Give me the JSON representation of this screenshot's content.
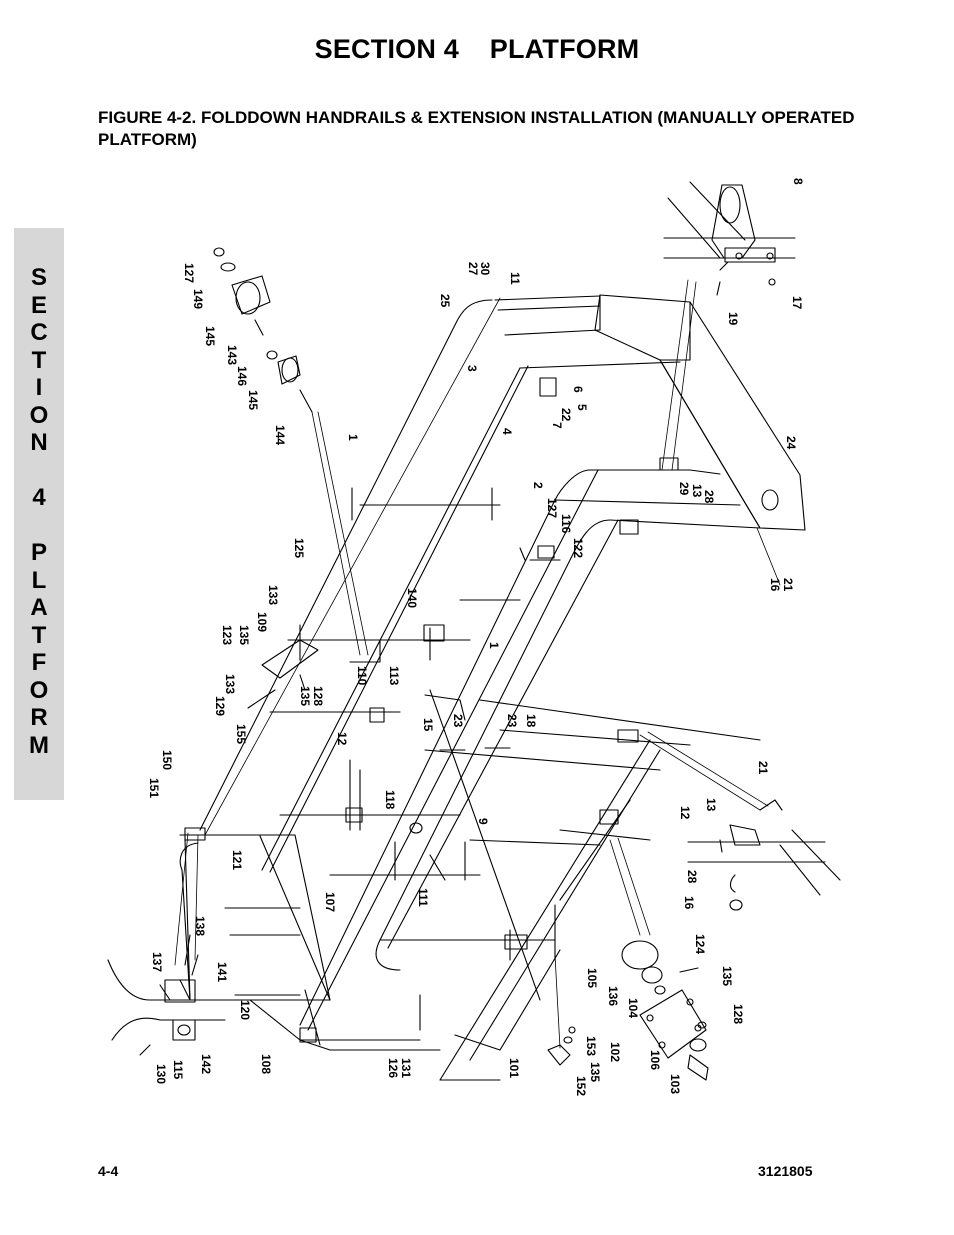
{
  "header": {
    "section_title": "SECTION 4    PLATFORM",
    "figure_title": "FIGURE 4-2. FOLDDOWN HANDRAILS & EXTENSION INSTALLATION (MANUALLY OPERATED PLATFORM)"
  },
  "side_tab": {
    "letters": [
      "S",
      "E",
      "C",
      "T",
      "I",
      "O",
      "N",
      "",
      "4",
      "",
      "P",
      "L",
      "A",
      "T",
      "F",
      "O",
      "R",
      "M"
    ]
  },
  "diagram": {
    "callouts": [
      {
        "id": "c8",
        "text": "8"
      },
      {
        "id": "c19",
        "text": "19"
      },
      {
        "id": "c17",
        "text": "17"
      },
      {
        "id": "c27",
        "text": "27"
      },
      {
        "id": "c30",
        "text": "30"
      },
      {
        "id": "c11",
        "text": "11"
      },
      {
        "id": "c25",
        "text": "25"
      },
      {
        "id": "c3",
        "text": "3"
      },
      {
        "id": "c6",
        "text": "6"
      },
      {
        "id": "c5",
        "text": "5"
      },
      {
        "id": "c22",
        "text": "22"
      },
      {
        "id": "c7",
        "text": "7"
      },
      {
        "id": "c4",
        "text": "4"
      },
      {
        "id": "c1a",
        "text": "1"
      },
      {
        "id": "c24",
        "text": "24"
      },
      {
        "id": "c2",
        "text": "2"
      },
      {
        "id": "c29",
        "text": "29"
      },
      {
        "id": "c13a",
        "text": "13"
      },
      {
        "id": "c28a",
        "text": "28"
      },
      {
        "id": "c127a",
        "text": "127"
      },
      {
        "id": "c116",
        "text": "116"
      },
      {
        "id": "c122",
        "text": "122"
      },
      {
        "id": "c16a",
        "text": "16"
      },
      {
        "id": "c21a",
        "text": "21"
      },
      {
        "id": "c127b",
        "text": "127"
      },
      {
        "id": "c149",
        "text": "149"
      },
      {
        "id": "c145a",
        "text": "145"
      },
      {
        "id": "c143",
        "text": "143"
      },
      {
        "id": "c146",
        "text": "146"
      },
      {
        "id": "c145b",
        "text": "145"
      },
      {
        "id": "c144",
        "text": "144"
      },
      {
        "id": "c125",
        "text": "125"
      },
      {
        "id": "c133a",
        "text": "133"
      },
      {
        "id": "c123",
        "text": "123"
      },
      {
        "id": "c135a",
        "text": "135"
      },
      {
        "id": "c109",
        "text": "109"
      },
      {
        "id": "c140",
        "text": "140"
      },
      {
        "id": "c1b",
        "text": "1"
      },
      {
        "id": "c110",
        "text": "110"
      },
      {
        "id": "c113",
        "text": "113"
      },
      {
        "id": "c129",
        "text": "129"
      },
      {
        "id": "c133b",
        "text": "133"
      },
      {
        "id": "c135b",
        "text": "135"
      },
      {
        "id": "c128a",
        "text": "128"
      },
      {
        "id": "c155",
        "text": "155"
      },
      {
        "id": "c12a",
        "text": "12"
      },
      {
        "id": "c15",
        "text": "15"
      },
      {
        "id": "c23a",
        "text": "23"
      },
      {
        "id": "c23b",
        "text": "23"
      },
      {
        "id": "c18",
        "text": "18"
      },
      {
        "id": "c150",
        "text": "150"
      },
      {
        "id": "c151",
        "text": "151"
      },
      {
        "id": "c118",
        "text": "118"
      },
      {
        "id": "c9",
        "text": "9"
      },
      {
        "id": "c21b",
        "text": "21"
      },
      {
        "id": "c12b",
        "text": "12"
      },
      {
        "id": "c13b",
        "text": "13"
      },
      {
        "id": "c121",
        "text": "121"
      },
      {
        "id": "c111",
        "text": "111"
      },
      {
        "id": "c28b",
        "text": "28"
      },
      {
        "id": "c16b",
        "text": "16"
      },
      {
        "id": "c107",
        "text": "107"
      },
      {
        "id": "c138",
        "text": "138"
      },
      {
        "id": "c137",
        "text": "137"
      },
      {
        "id": "c141",
        "text": "141"
      },
      {
        "id": "c124",
        "text": "124"
      },
      {
        "id": "c105",
        "text": "105"
      },
      {
        "id": "c136",
        "text": "136"
      },
      {
        "id": "c135c",
        "text": "135"
      },
      {
        "id": "c104",
        "text": "104"
      },
      {
        "id": "c128b",
        "text": "128"
      },
      {
        "id": "c120",
        "text": "120"
      },
      {
        "id": "c153",
        "text": "153"
      },
      {
        "id": "c102",
        "text": "102"
      },
      {
        "id": "c130",
        "text": "130"
      },
      {
        "id": "c115",
        "text": "115"
      },
      {
        "id": "c142",
        "text": "142"
      },
      {
        "id": "c108",
        "text": "108"
      },
      {
        "id": "c126",
        "text": "126"
      },
      {
        "id": "c131",
        "text": "131"
      },
      {
        "id": "c101",
        "text": "101"
      },
      {
        "id": "c152",
        "text": "152"
      },
      {
        "id": "c135d",
        "text": "135"
      },
      {
        "id": "c106",
        "text": "106"
      },
      {
        "id": "c103",
        "text": "103"
      }
    ]
  },
  "footer": {
    "page_number": "4-4",
    "document_number": "3121805"
  }
}
